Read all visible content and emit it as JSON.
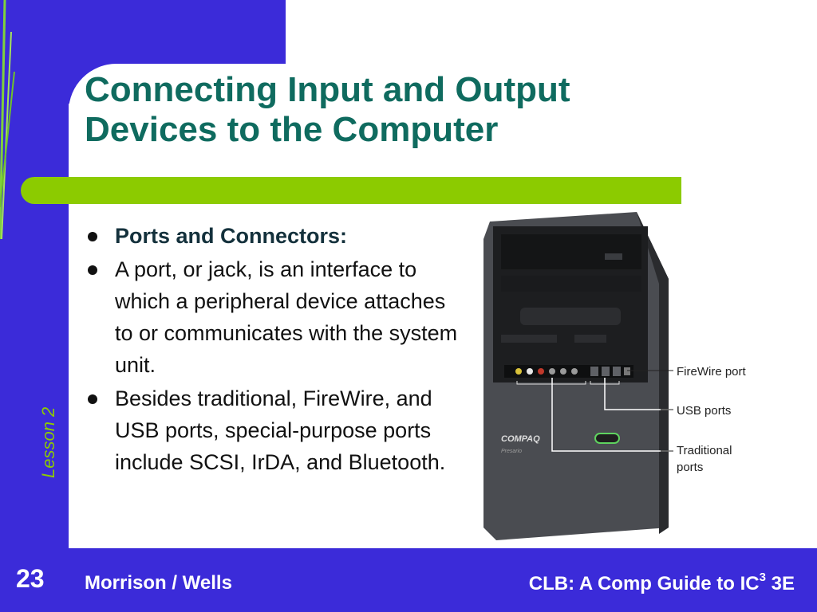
{
  "slide": {
    "title_line1": "Connecting Input and Output",
    "title_line2": "Devices to the Computer",
    "side_label": "Lesson 2",
    "page_number": "23",
    "footer_left": "Morrison / Wells",
    "footer_right_prefix": "CLB: A Comp Guide to IC",
    "footer_right_superscript": "3",
    "footer_right_suffix": " 3E",
    "bullets": [
      "Ports and Connectors:",
      "A port, or jack, is an interface to which a peripheral device attaches to or communicates with the system unit.",
      "Besides traditional, FireWire, and USB ports, special-purpose ports include SCSI, IrDA, and Bluetooth."
    ]
  },
  "figure": {
    "callouts": {
      "firewire": "FireWire port",
      "usb": "USB ports",
      "traditional_line1": "Traditional",
      "traditional_line2": "ports"
    },
    "brand": "COMPAQ",
    "model": "Presario"
  },
  "colors": {
    "frame": "#3b2bd9",
    "title": "#0f6b5f",
    "accent": "#8ccb00"
  }
}
